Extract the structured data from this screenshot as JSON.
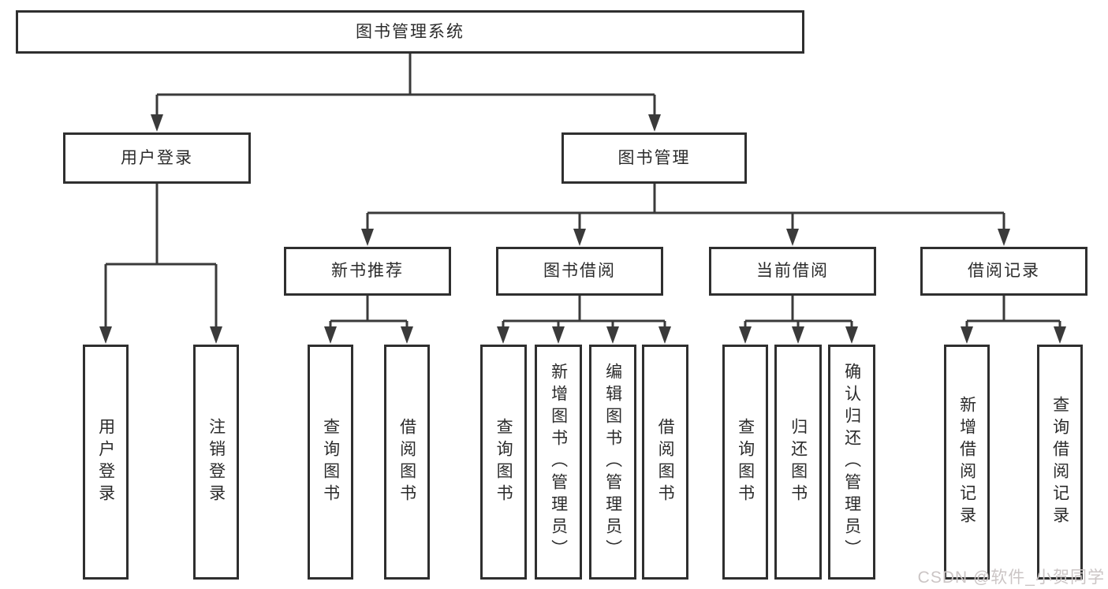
{
  "tree": {
    "label": "图书管理系统",
    "children": [
      {
        "label": "用户登录",
        "children": [
          {
            "label": "用户登录"
          },
          {
            "label": "注销登录"
          }
        ]
      },
      {
        "label": "图书管理",
        "children": [
          {
            "label": "新书推荐",
            "children": [
              {
                "label": "查询图书"
              },
              {
                "label": "借阅图书"
              }
            ]
          },
          {
            "label": "图书借阅",
            "children": [
              {
                "label": "查询图书"
              },
              {
                "label": "新增图书（管理员）"
              },
              {
                "label": "编辑图书（管理员）"
              },
              {
                "label": "借阅图书"
              }
            ]
          },
          {
            "label": "当前借阅",
            "children": [
              {
                "label": "查询图书"
              },
              {
                "label": "归还图书"
              },
              {
                "label": "确认归还（管理员）"
              }
            ]
          },
          {
            "label": "借阅记录",
            "children": [
              {
                "label": "新增借阅记录"
              },
              {
                "label": "查询借阅记录"
              }
            ]
          }
        ]
      }
    ]
  },
  "watermark": "CSDN @软件_小贺同学",
  "colors": {
    "line": "#3a3a3a",
    "box-border": "#2f2f2f",
    "text": "#2b2b2b",
    "watermark": "#cbc5c5",
    "background": "#ffffff"
  }
}
